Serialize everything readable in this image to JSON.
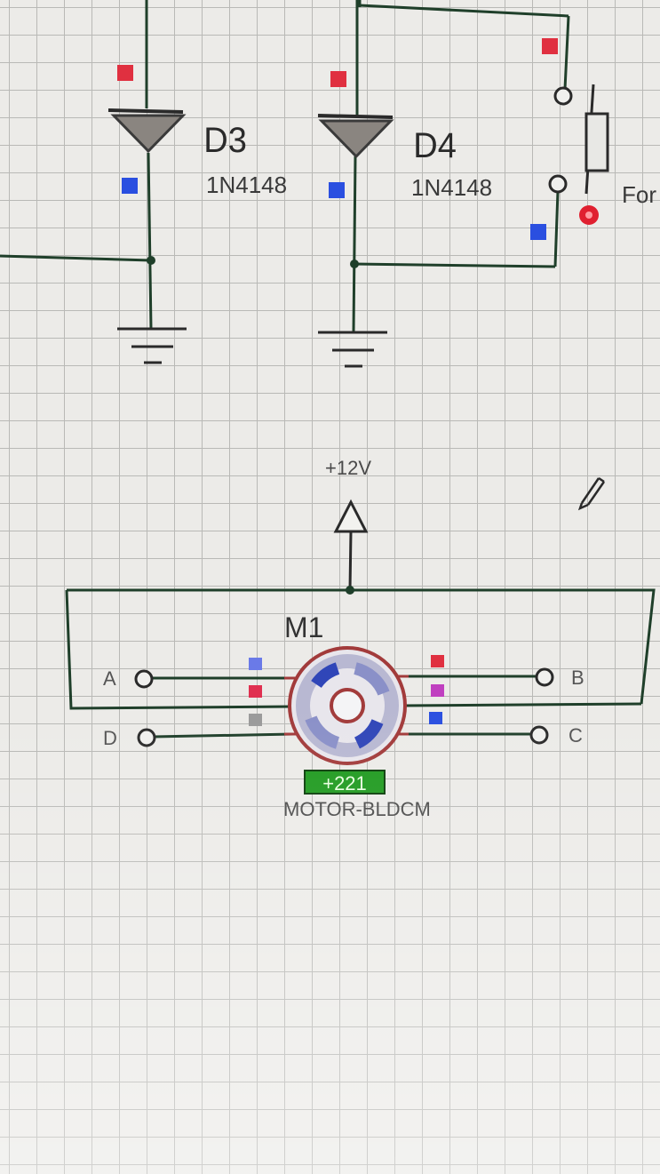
{
  "schematic": {
    "diode_d3": {
      "ref": "D3",
      "part": "1N4148"
    },
    "diode_d4": {
      "ref": "D4",
      "part": "1N4148"
    },
    "switch_label_partial": "For",
    "supply": {
      "label": "+12V"
    },
    "motor": {
      "ref": "M1",
      "part": "MOTOR-BLDCM",
      "rpm_display": "+221",
      "pins": {
        "a": "A",
        "b": "B",
        "c": "C",
        "d": "D"
      }
    },
    "colors": {
      "wire": "#1f3f2a",
      "motor_body": "#a23b3b",
      "probe_high": "#e03040",
      "probe_low": "#2a4fe0",
      "probe_mid": "#c040c0",
      "probe_float": "#9a9a9a",
      "rpm_bg": "#1f9a1f"
    }
  }
}
